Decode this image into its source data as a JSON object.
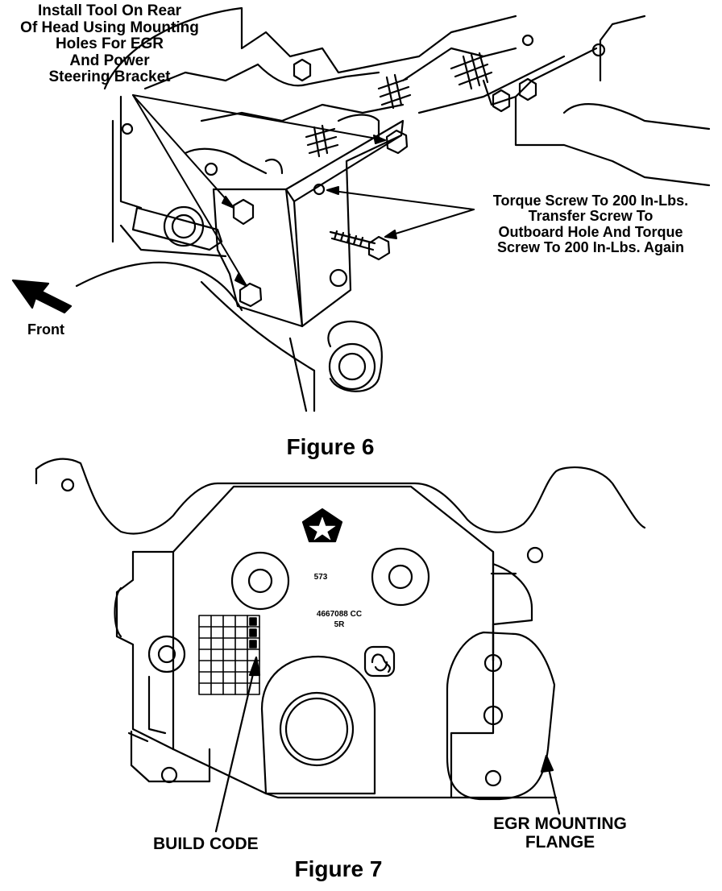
{
  "figure_6": {
    "caption": "Figure 6",
    "callouts": {
      "install_tool": "Install Tool On Rear\nOf Head Using Mounting\nHoles For EGR\nAnd Power\nSteering Bracket",
      "torque_screw": "Torque Screw To 200 In-Lbs.\nTransfer Screw To\nOutboard Hole And Torque\nScrew To 200 In-Lbs. Again",
      "front": "Front"
    }
  },
  "figure_7": {
    "caption": "Figure 7",
    "callouts": {
      "build_code": "BUILD CODE",
      "egr_flange": "EGR MOUNTING\nFLANGE"
    },
    "casting_marks": {
      "number": "573",
      "part_number": "4667088  CC\n5R"
    },
    "icons": [
      "pentastar-logo-icon",
      "casting-logo-icon",
      "build-code-grid-icon"
    ]
  }
}
